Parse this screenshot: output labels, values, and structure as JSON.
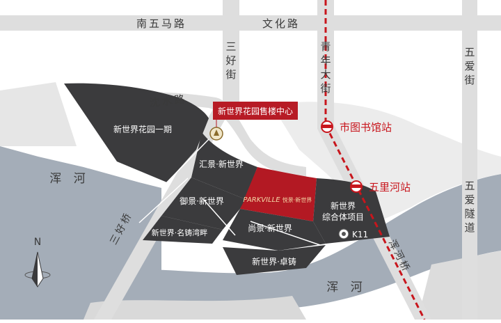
{
  "roads": {
    "nanwuma": "南五马路",
    "wenhua": "文化路",
    "sanhao_street": "三好街",
    "qingnian_street": "青年大街",
    "wuai_street": "五爱街",
    "shenshui": "沈水路",
    "sanhao_bridge": "三好桥",
    "hunhe_bridge": "浑河桥",
    "wuai_tunnel": "五爱隧道"
  },
  "river": {
    "label_left": "浑 河",
    "label_bottom": "浑 河"
  },
  "metro": {
    "library_station": "市图书馆站",
    "wulihe_station": "五里河站",
    "color": "#c8161d"
  },
  "sales_center": {
    "label": "新世界花园售楼中心",
    "color": "#b71b25"
  },
  "blocks": {
    "phase1": "新世界花园一期",
    "huijing": "汇景·新世界",
    "yujing": "御景·新世界",
    "mingzhu": "新世界·名铸湾畔",
    "shangjing": "尚景·新世界",
    "zhuozhu": "新世界·卓铸",
    "complex": "新世界\n综合体项目",
    "k11": "K11",
    "parkville_en": "PARKVILLE",
    "parkville_cn": "悦景·新世界"
  },
  "compass": {
    "north": "N"
  },
  "colors": {
    "road": "#dedede",
    "road_text": "#3a3a3a",
    "river": "#a4adb8",
    "block": "#3b3b3d",
    "highlight": "#b31923",
    "land": "#ffffff"
  }
}
